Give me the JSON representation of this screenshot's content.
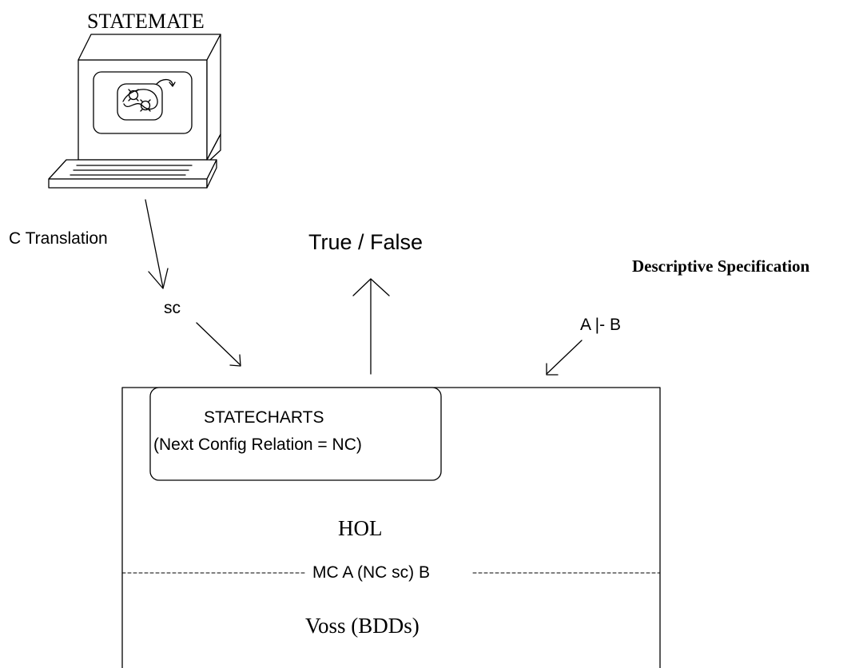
{
  "diagram": {
    "tool_title": "STATEMATE",
    "translation_label": "C Translation",
    "sc_label": "sc",
    "result_label": "True / False",
    "spec_title": "Descriptive Specification",
    "spec_formula": "A |- B",
    "statecharts": {
      "title": "STATECHARTS",
      "subtitle": "(Next Config Relation = NC)"
    },
    "hol_label": "HOL",
    "mc_label": "MC A (NC sc) B",
    "voss_label": "Voss (BDDs)"
  }
}
